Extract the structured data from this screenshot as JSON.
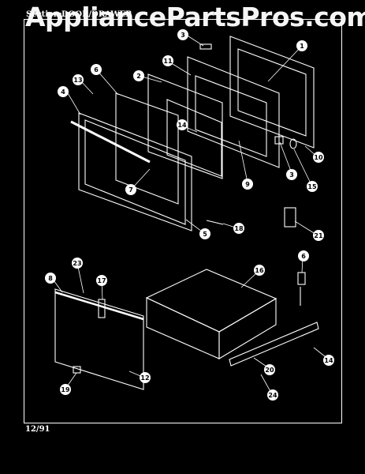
{
  "header": {
    "section_label": "Section:",
    "section_value": "DOOR/DRAWER"
  },
  "watermark": "AppliancePartsPros.com",
  "footer": {
    "date": "12/91"
  },
  "callouts": [
    "1",
    "2",
    "3",
    "3",
    "4",
    "5",
    "6",
    "6",
    "7",
    "8",
    "9",
    "10",
    "11",
    "12",
    "13",
    "14",
    "14",
    "15",
    "16",
    "17",
    "18",
    "19",
    "20",
    "21",
    "23",
    "24"
  ]
}
